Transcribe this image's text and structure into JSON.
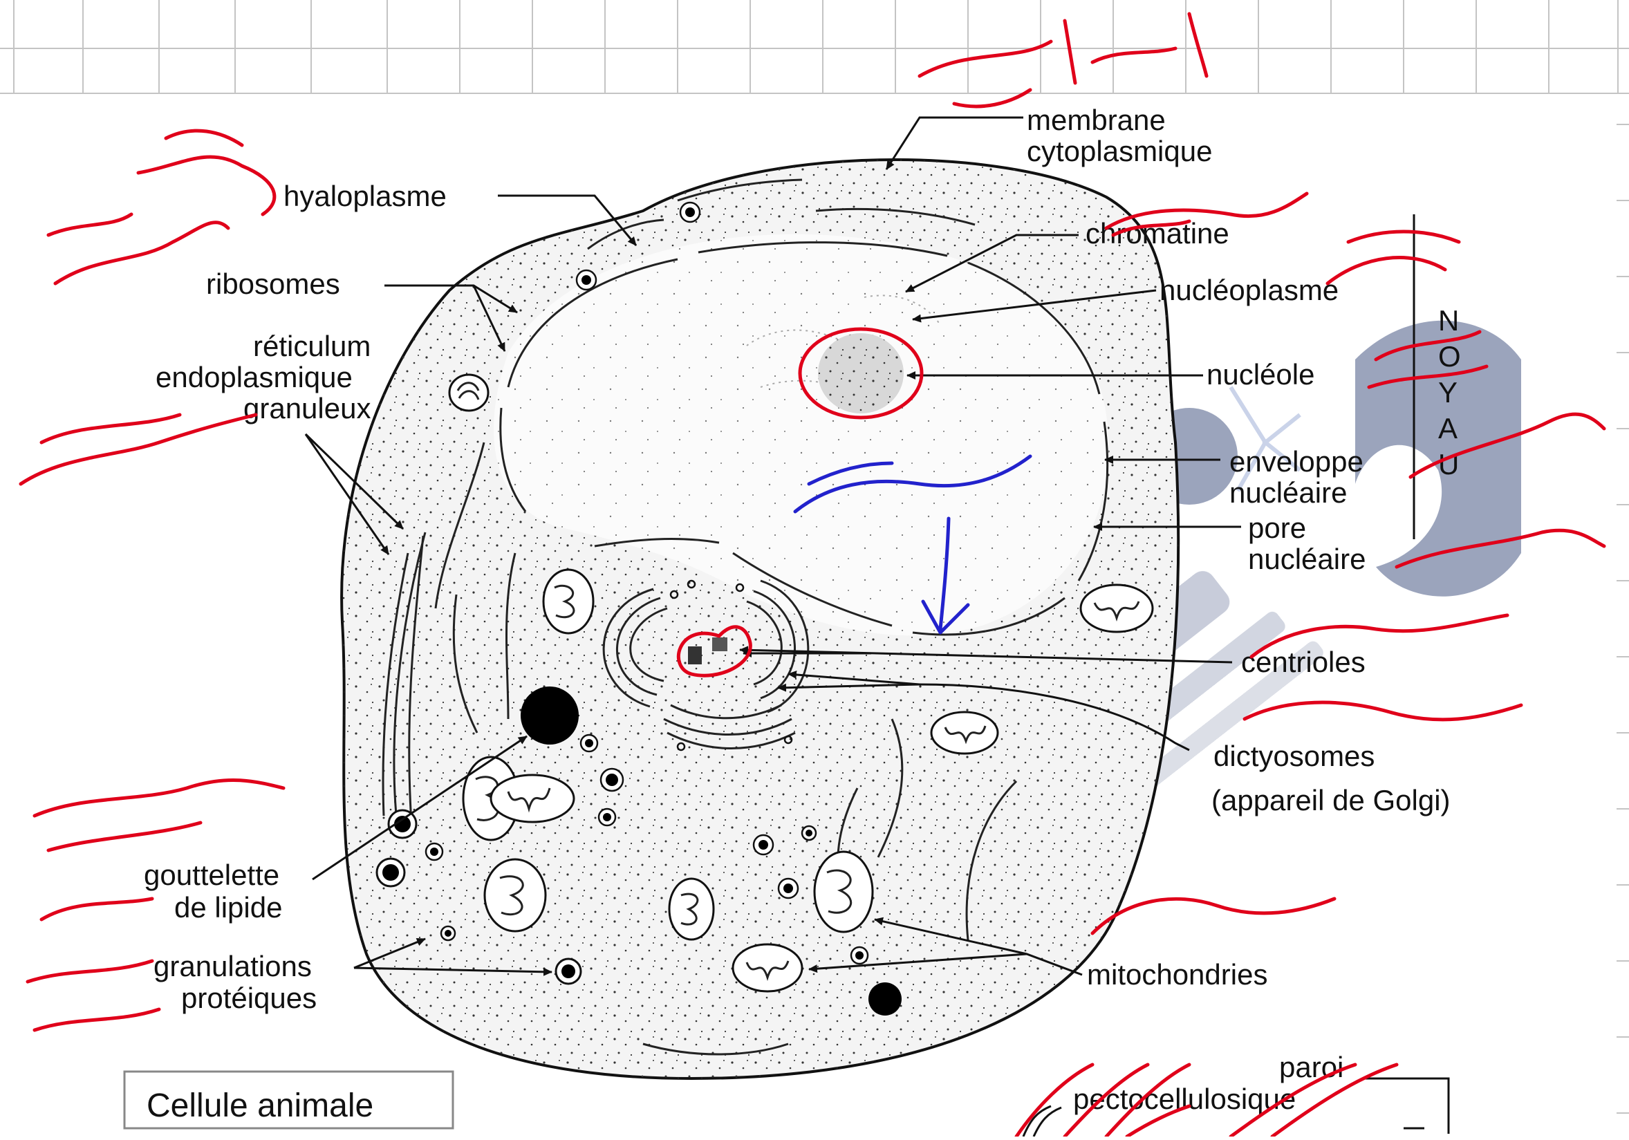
{
  "diagram": {
    "caption": "Cellule animale",
    "labels": {
      "membrane": "membrane cytoplasmique",
      "membrane_l1": "membrane",
      "membrane_l2": "cytoplasmique",
      "hyaloplasme": "hyaloplasme",
      "chromatine": "chromatine",
      "nucleoplasme": "nucléoplasme",
      "ribosomes": "ribosomes",
      "reticulum_l1": "réticulum",
      "reticulum_l2": "endoplasmique",
      "reticulum_l3": "granuleux",
      "nucleole": "nucléole",
      "enveloppe_l1": "enveloppe",
      "enveloppe_l2": "nucléaire",
      "pore_l1": "pore",
      "pore_l2": "nucléaire",
      "centrioles": "centrioles",
      "dictyosomes_l1": "dictyosomes",
      "dictyosomes_l2": "(appareil de Golgi)",
      "gouttelette_l1": "gouttelette",
      "gouttelette_l2": "de lipide",
      "granulations_l1": "granulations",
      "granulations_l2": "protéiques",
      "mitochondries": "mitochondries",
      "paroi_l1": "paroi",
      "paroi_l2": "pectocellulosique"
    },
    "side_letters": [
      "N",
      "O",
      "Y",
      "A",
      "U"
    ]
  },
  "colors": {
    "line": "#111111",
    "annotation_red": "#e0001a",
    "annotation_blue": "#2222cc",
    "watermark": "#4a5a86",
    "grid": "#c4c4c4"
  },
  "decorations": {
    "annotations": "handwritten red and blue ink (Arabic)",
    "watermark": "semi-transparent logo"
  }
}
